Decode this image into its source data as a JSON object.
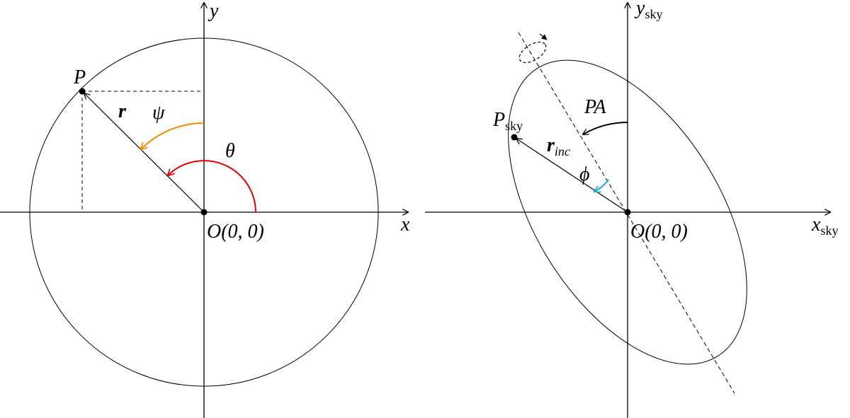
{
  "left_panel": {
    "axis_x": "x",
    "axis_y": "y",
    "point": "P",
    "vector": "r",
    "angle_psi": "ψ",
    "angle_theta": "θ",
    "origin": "O(0, 0)",
    "colors": {
      "psi_arc": "#f08c00",
      "theta_arc": "#e00000"
    }
  },
  "right_panel": {
    "axis_x": "x",
    "axis_x_sub": "sky",
    "axis_y": "y",
    "axis_y_sub": "sky",
    "point": "P",
    "point_sub": "sky",
    "vector": "r",
    "vector_sub": "inc",
    "angle_phi": "ϕ",
    "angle_pa": "PA",
    "origin": "O(0, 0)",
    "colors": {
      "phi_arc": "#1aa7d8",
      "pa_arc": "#000000"
    }
  }
}
